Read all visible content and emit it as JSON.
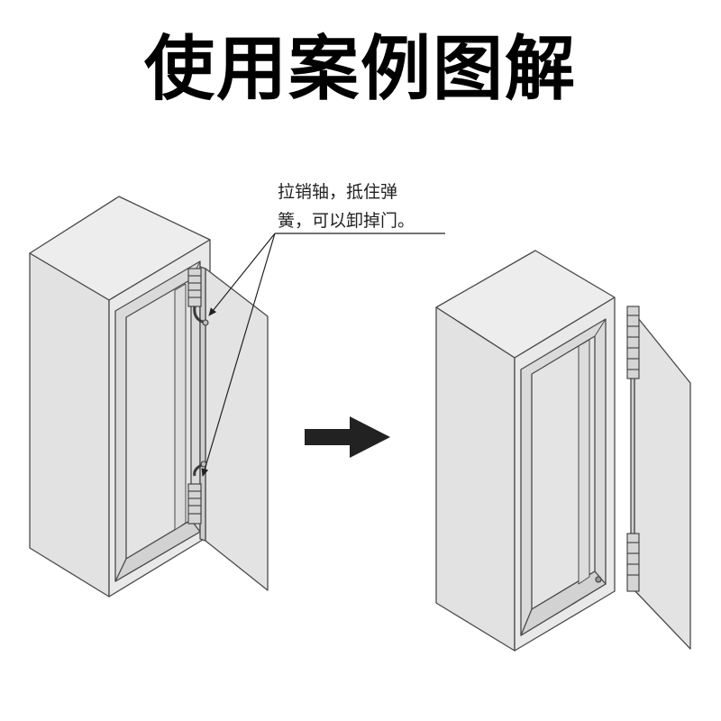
{
  "title": "使用案例图解",
  "callout": {
    "line1": "拉销轴，抵住弹",
    "line2": "簧，可以卸掉门。"
  },
  "colors": {
    "cabinet_face": "#e6e6e6",
    "cabinet_top": "#ededed",
    "cabinet_side": "#dcdcdc",
    "outline": "#4a4a4a",
    "arrow": "#222222"
  },
  "icons": {
    "step_arrow": "right-arrow-icon",
    "hinge": "hinge-icon"
  }
}
